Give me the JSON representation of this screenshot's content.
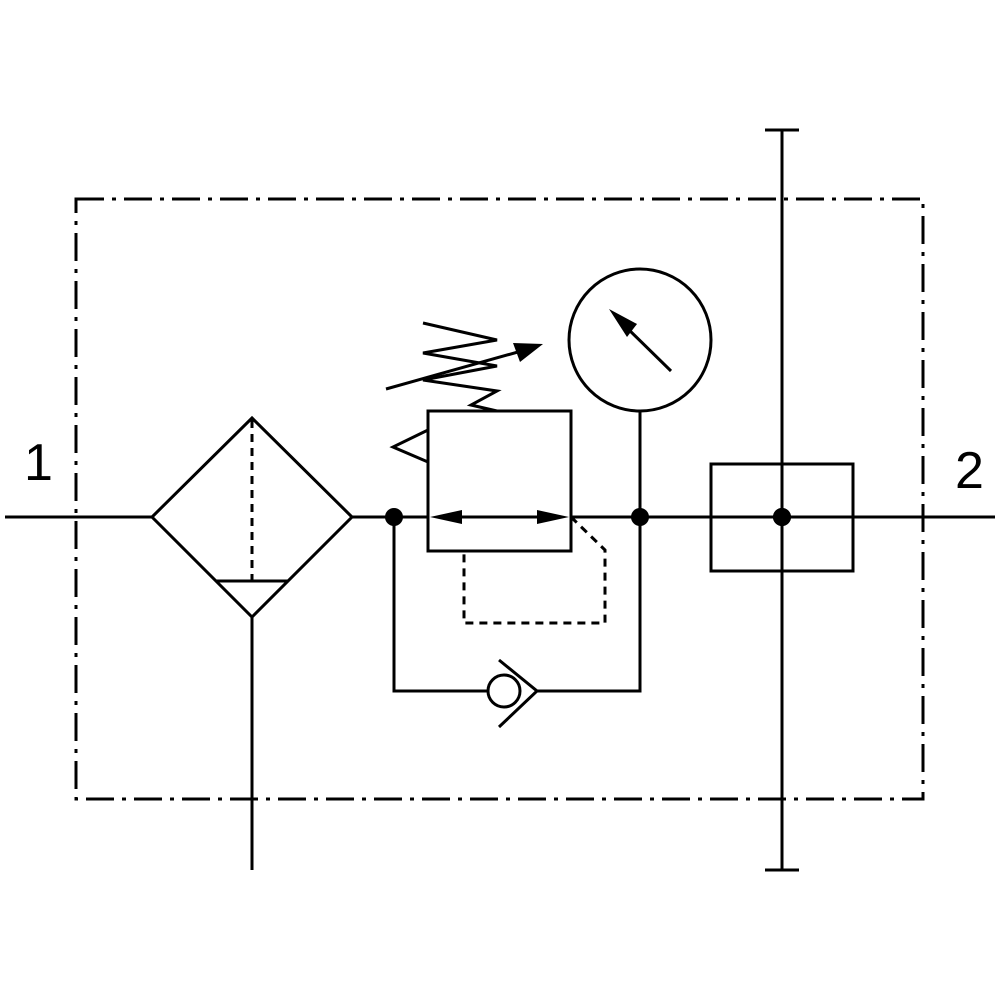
{
  "ports": {
    "inlet_label": "1",
    "outlet_label": "2"
  },
  "symbols": [
    "filter-with-manual-drain",
    "pressure-regulator",
    "pressure-gauge",
    "check-valve",
    "distributor-block"
  ],
  "colors": {
    "line": "#000000",
    "background": "#ffffff"
  }
}
